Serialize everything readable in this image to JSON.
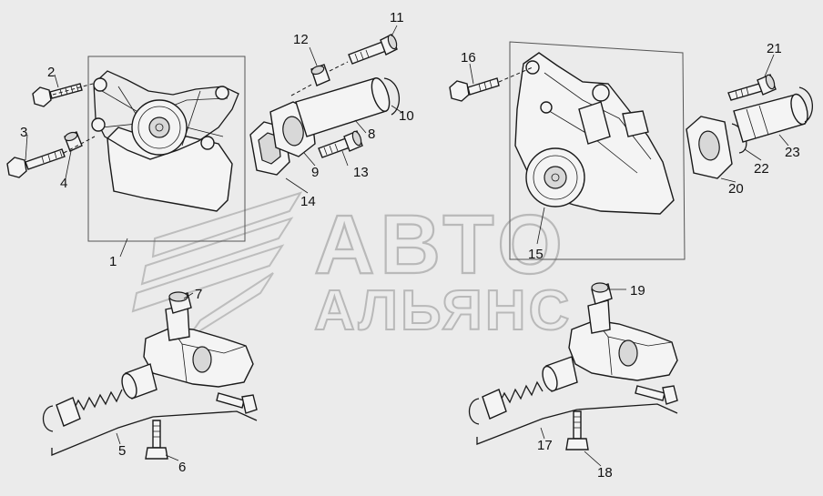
{
  "watermark": {
    "line1": "АВТО",
    "line2": "АЛЬЯНС"
  },
  "callouts": [
    "1",
    "2",
    "3",
    "4",
    "5",
    "6",
    "7",
    "8",
    "9",
    "10",
    "11",
    "12",
    "13",
    "14",
    "15",
    "16",
    "17",
    "18",
    "19",
    "20",
    "21",
    "22",
    "23"
  ]
}
